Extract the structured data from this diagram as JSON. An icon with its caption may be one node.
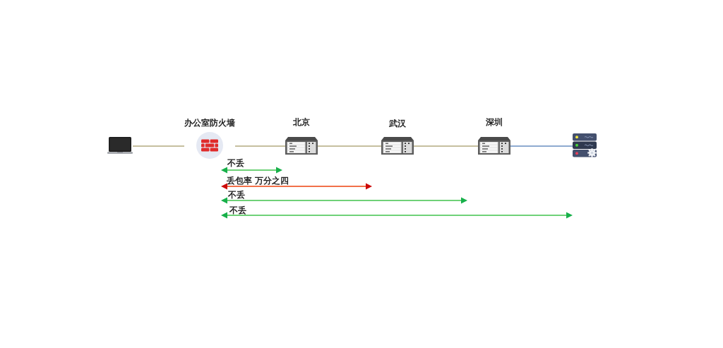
{
  "diagram": {
    "nodes": [
      {
        "text": [],
        "shape": "picture"
      },
      {
        "text": [
          "办公室防火墙"
        ]
      },
      {
        "text": [
          "北京"
        ]
      },
      {
        "text": [
          "武汉"
        ]
      },
      {
        "text": [
          "深圳"
        ]
      },
      {
        "text": [],
        "shape": "picture"
      }
    ],
    "edges": [
      {
        "from": 0,
        "to": 1,
        "arrow": "none"
      },
      {
        "from": 1,
        "to": 2,
        "arrow": "none"
      },
      {
        "from": 2,
        "to": 3,
        "arrow": "none"
      },
      {
        "from": 3,
        "to": 4,
        "arrow": "none"
      },
      {
        "from": 4,
        "to": 5,
        "arrow": "none",
        "color": "#8eaad0"
      }
    ],
    "labels": [
      "不丢",
      "丢包率 万分之四",
      "不丢",
      "不丢"
    ]
  }
}
